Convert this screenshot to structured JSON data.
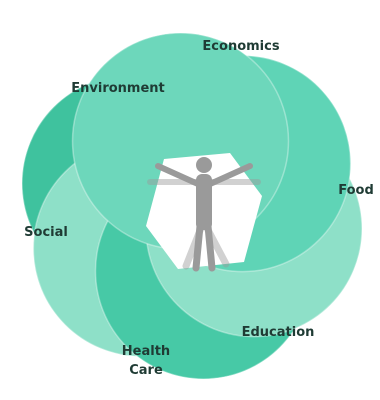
{
  "diagram": {
    "segments": [
      {
        "label": "Economics",
        "color": "#5fd4b6"
      },
      {
        "label": "Food",
        "color": "#8ee0c8"
      },
      {
        "label": "Education",
        "color": "#47c9a6"
      },
      {
        "label": "Health Care",
        "lines": [
          "Health",
          "Care"
        ],
        "color": "#8ee0c8"
      },
      {
        "label": "Social",
        "color": "#3fc29e"
      },
      {
        "label": "Environment",
        "color": "#6dd7bb"
      }
    ],
    "center_icon": "vitruvian-human-figure-icon",
    "center_color": "#9a9a9a"
  }
}
